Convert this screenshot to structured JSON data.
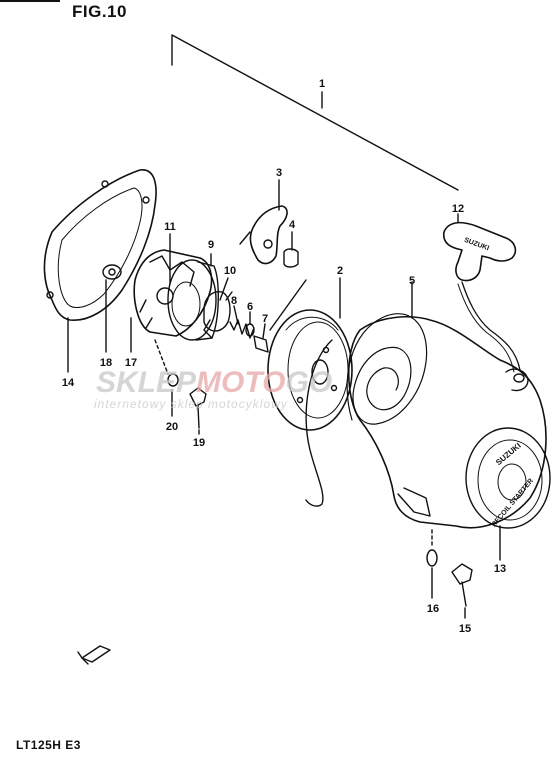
{
  "figure": {
    "title": "FIG.10",
    "model_code": "LT125H E3"
  },
  "watermark": {
    "brand_part1": "SKLEP",
    "brand_part2": "MOTO",
    "brand_part3": "GO",
    "tagline": "internetowy sklep motocyklowy",
    "colors": {
      "gray": "#c8c8c8",
      "red": "#e8a8a8"
    }
  },
  "handle_text": "SUZUKI",
  "cover_text": {
    "top": "SUZUKI",
    "bottom": "RECOIL STARTER"
  },
  "callouts": {
    "c1": "1",
    "c2": "2",
    "c3": "3",
    "c4": "4",
    "c5": "5",
    "c6": "6",
    "c7": "7",
    "c8": "8",
    "c9": "9",
    "c10": "10",
    "c11": "11",
    "c12": "12",
    "c13": "13",
    "c14": "14",
    "c15": "15",
    "c16": "16",
    "c17": "17",
    "c18": "18",
    "c19": "19",
    "c20": "20"
  },
  "icons": [
    "front-arrow-icon"
  ]
}
